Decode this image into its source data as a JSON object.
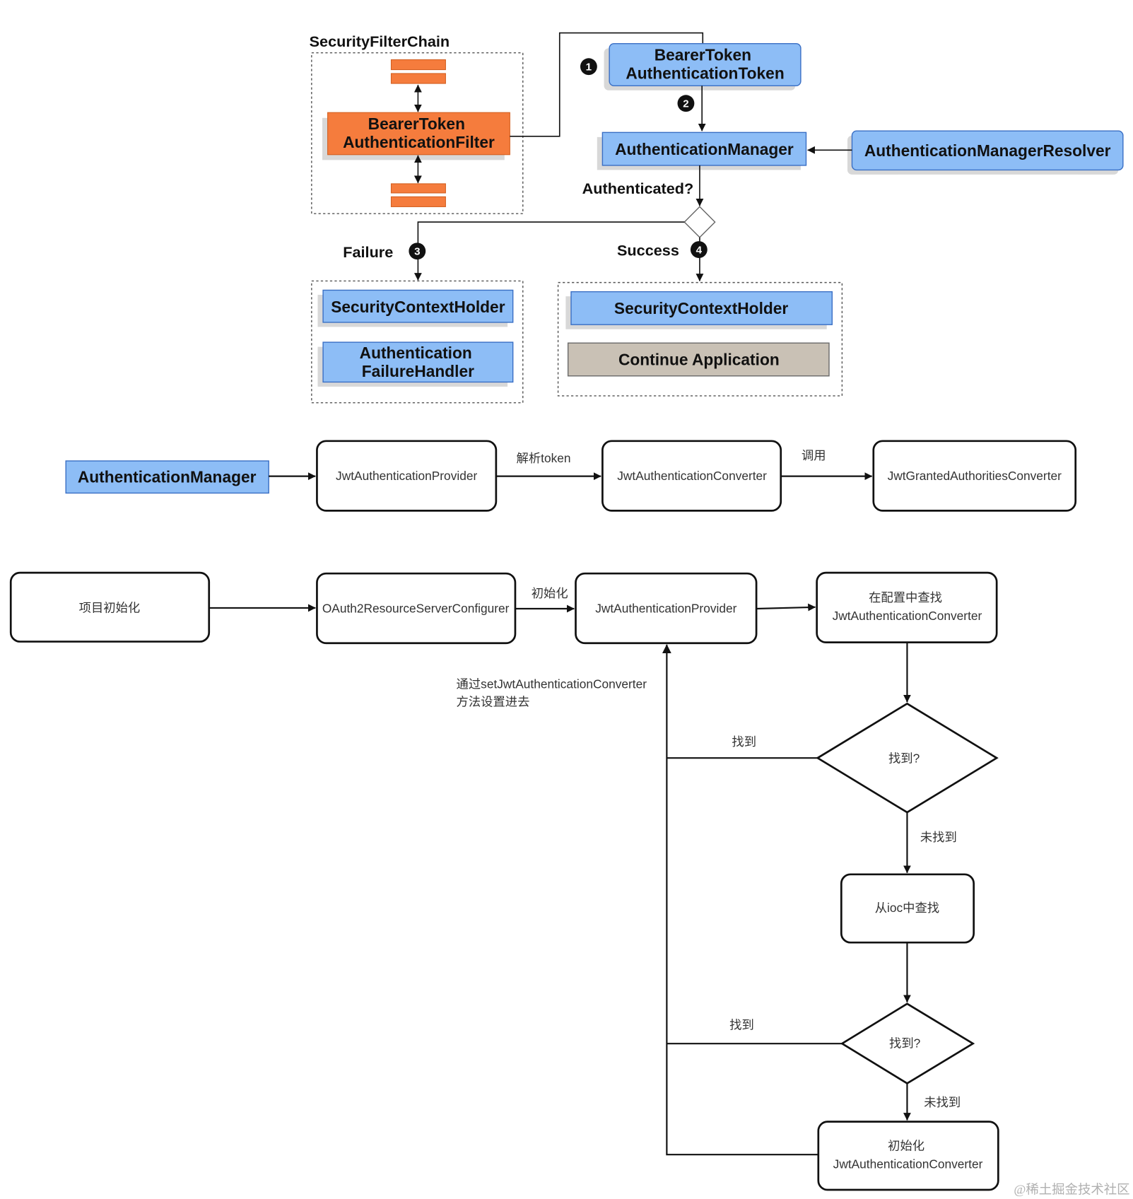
{
  "colors": {
    "blue_fill": "#8dbdf6",
    "orange_fill": "#f57c3d",
    "gray_fill": "#c9c1b5",
    "shadow": "#d8d8d8"
  },
  "security_filter_chain": {
    "title": "SecurityFilterChain",
    "filter": {
      "line1": "BearerToken",
      "line2": "AuthenticationFilter"
    }
  },
  "flow": {
    "step1": "1",
    "token": {
      "line1": "BearerToken",
      "line2": "AuthenticationToken"
    },
    "step2": "2",
    "manager": "AuthenticationManager",
    "resolver": "AuthenticationManagerResolver",
    "decision": "Authenticated?",
    "failure": {
      "label": "Failure",
      "step": "3",
      "holder": "SecurityContextHolder",
      "handler": {
        "line1": "Authentication",
        "line2": "FailureHandler"
      }
    },
    "success": {
      "label": "Success",
      "step": "4",
      "holder": "SecurityContextHolder",
      "continue": "Continue Application"
    }
  },
  "provider_chain": {
    "manager": "AuthenticationManager",
    "provider": "JwtAuthenticationProvider",
    "parse_label": "解析token",
    "converter": "JwtAuthenticationConverter",
    "invoke_label": "调用",
    "authorities_converter": "JwtGrantedAuthoritiesConverter"
  },
  "init_flow": {
    "start": "项目初始化",
    "configurer": "OAuth2ResourceServerConfigurer",
    "init_label": "初始化",
    "provider": "JwtAuthenticationProvider",
    "lookup_config": {
      "line1": "在配置中查找",
      "line2": "JwtAuthenticationConverter"
    },
    "found_q1": "找到?",
    "found1": "找到",
    "not_found1": "未找到",
    "lookup_ioc": "从ioc中查找",
    "found_q2": "找到?",
    "found2": "找到",
    "not_found2": "未找到",
    "create": {
      "line1": "初始化",
      "line2": "JwtAuthenticationConverter"
    },
    "setter_note": {
      "line1": "通过setJwtAuthenticationConverter",
      "line2": "方法设置进去"
    }
  },
  "watermark": "@稀土掘金技术社区"
}
